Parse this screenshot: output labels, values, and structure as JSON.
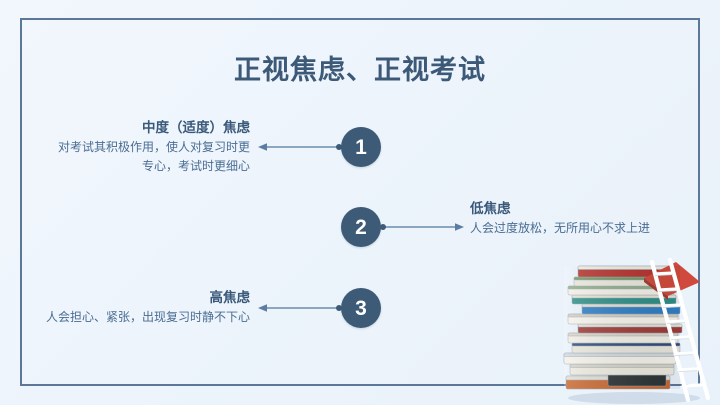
{
  "slide": {
    "title": "正视焦虑、正视考试",
    "background_color": "#eff5fc",
    "frame_color": "#5c7798",
    "accent_color": "#3d5a77",
    "heading_color": "#39587a",
    "body_color": "#4a6d93"
  },
  "items": [
    {
      "number": "1",
      "heading": "中度（适度）焦虑",
      "body_line1": "对考试其积极作用，使人对复习时更",
      "body_line2": "专心，考试时更细心",
      "side": "left"
    },
    {
      "number": "2",
      "heading": "低焦虑",
      "body_line1": "人会过度放松，无所用心不求上进",
      "body_line2": "",
      "side": "right"
    },
    {
      "number": "3",
      "heading": "高焦虑",
      "body_line1": "人会担心、紧张，出现复习时静不下心",
      "body_line2": "",
      "side": "left"
    }
  ],
  "illustration": {
    "name": "book-stack-with-ladder"
  }
}
